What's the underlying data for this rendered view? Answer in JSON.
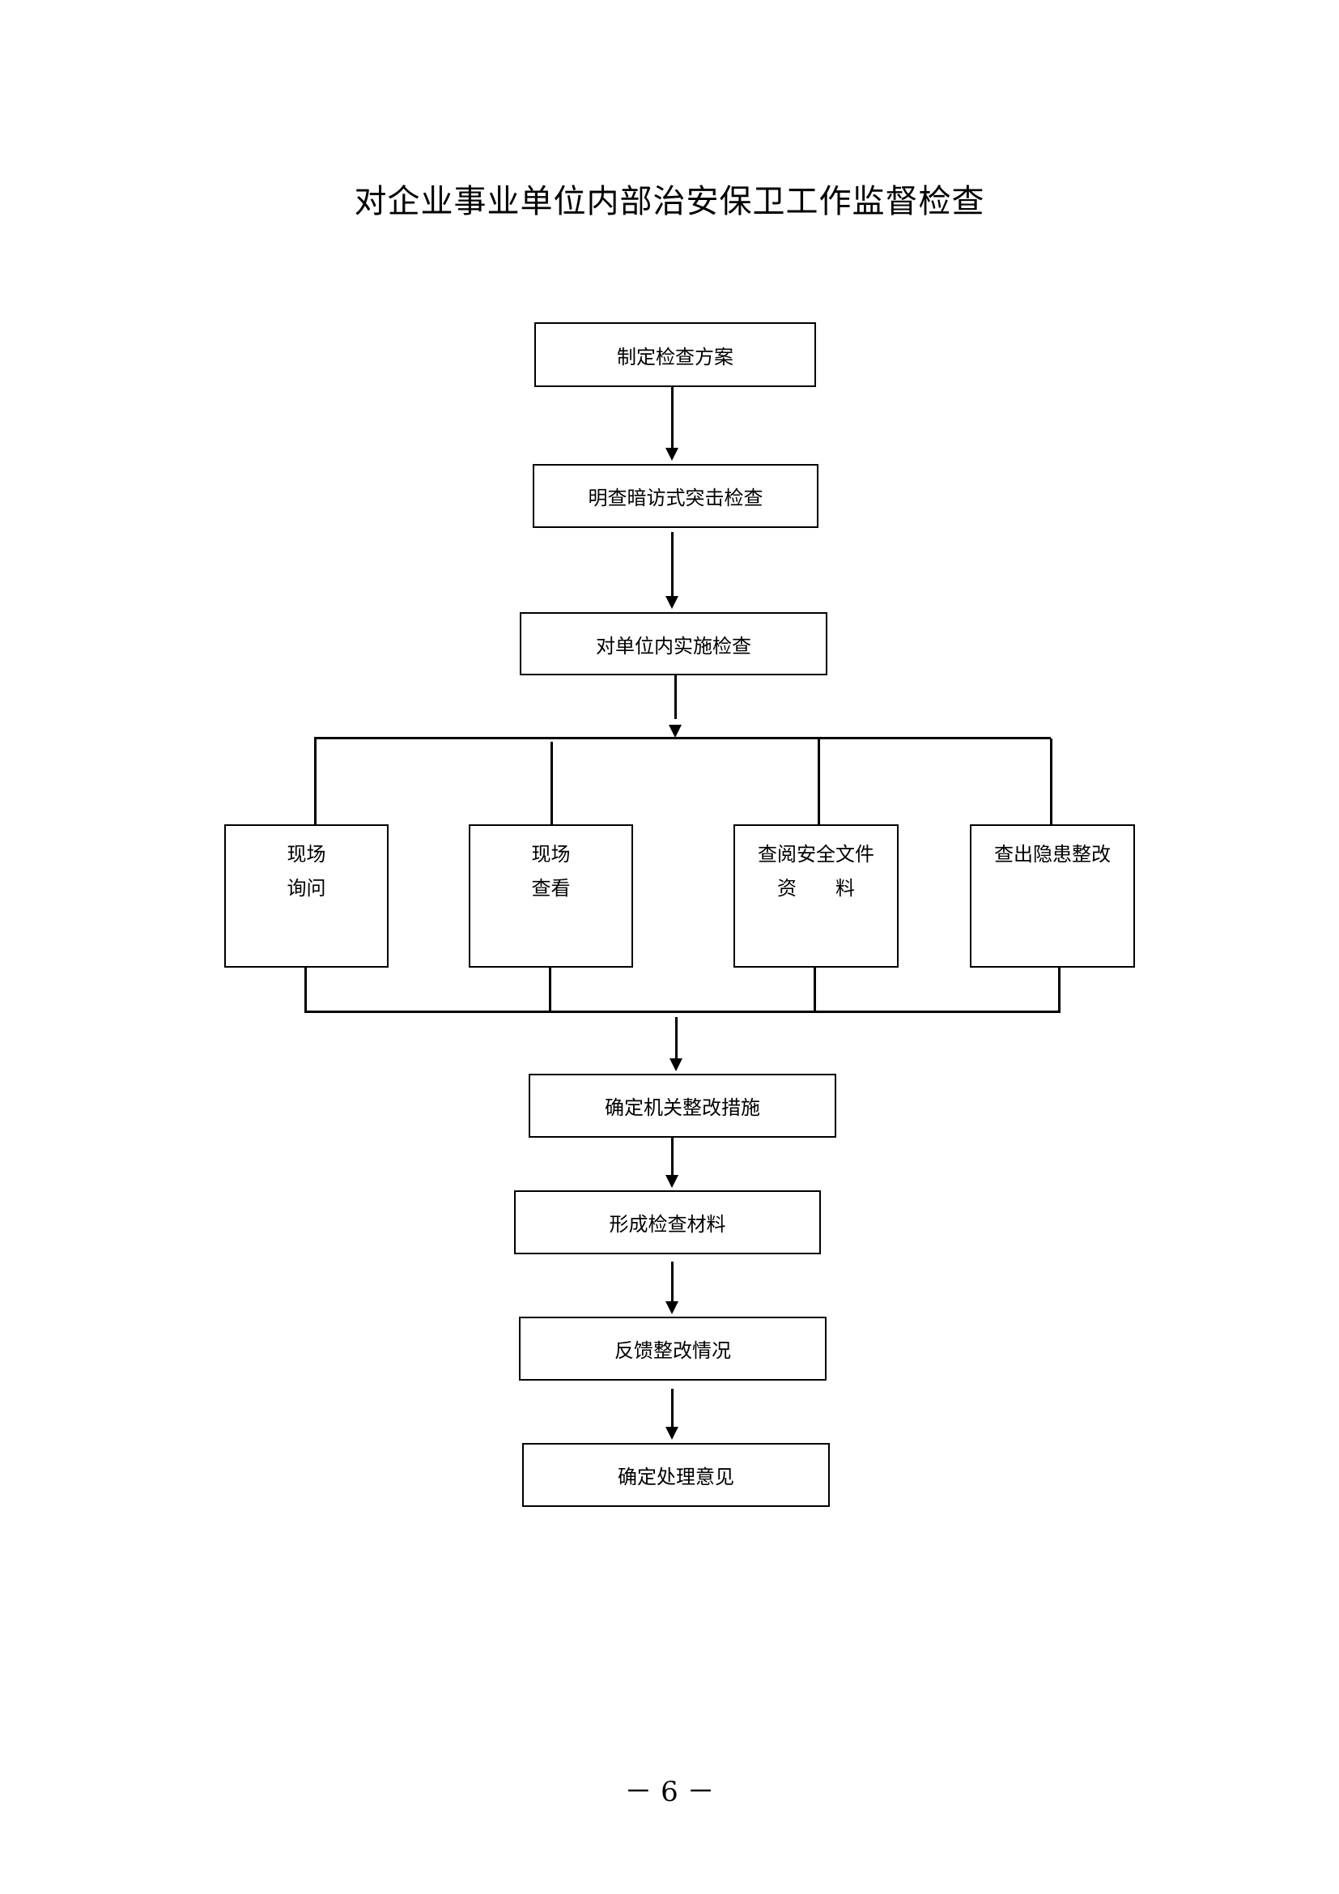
{
  "title": "对企业事业单位内部治安保卫工作监督检查",
  "steps": {
    "plan": "制定检查方案",
    "surprise": "明查暗访式突击检查",
    "inspect": "对单位内实施检查",
    "measures": "确定机关整改措施",
    "materials": "形成检查材料",
    "feedback": "反馈整改情况",
    "opinion": "确定处理意见"
  },
  "branches": {
    "inquiry": {
      "line1": "现场",
      "line2": "询问"
    },
    "view": {
      "line1": "现场",
      "line2": "查看"
    },
    "docs": {
      "line1": "查阅安全文件",
      "line2": "资　　料"
    },
    "hazards": {
      "line1": "查出隐患整改"
    }
  },
  "page_number": "－ 6 －"
}
